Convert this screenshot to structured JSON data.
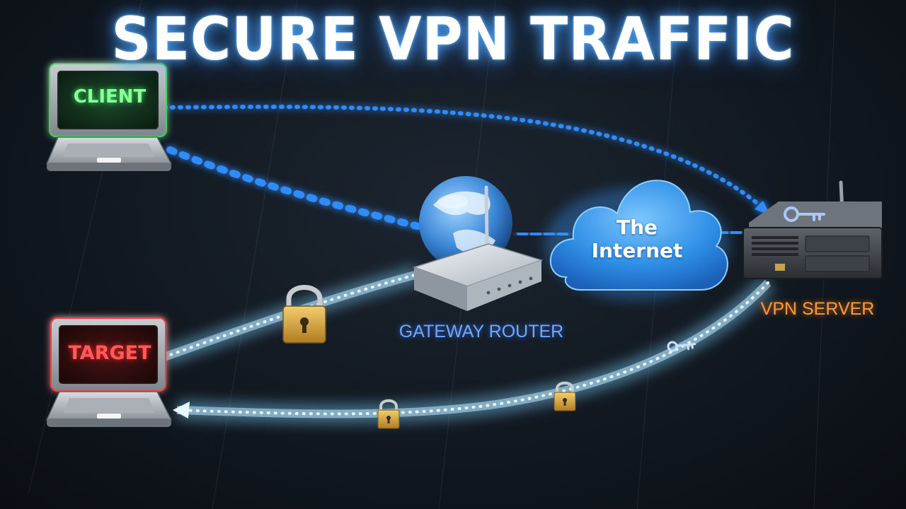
{
  "title": "SECURE VPN TRAFFIC",
  "nodes": {
    "client": {
      "label": "CLIENT",
      "color": "#8cff9c"
    },
    "target": {
      "label": "TARGET",
      "color": "#ff5a5a"
    },
    "internet": {
      "label": "The\nInternet"
    },
    "router": {
      "label": "GATEWAY ROUTER",
      "color": "#6fa8ff"
    },
    "server": {
      "label": "VPN SERVER",
      "color": "#ff9a3c"
    }
  },
  "colors": {
    "background": "#111820",
    "dotted_link": "#2f8cff",
    "tunnel_glow": "#7fd3ff",
    "lock": "#d9a441"
  }
}
